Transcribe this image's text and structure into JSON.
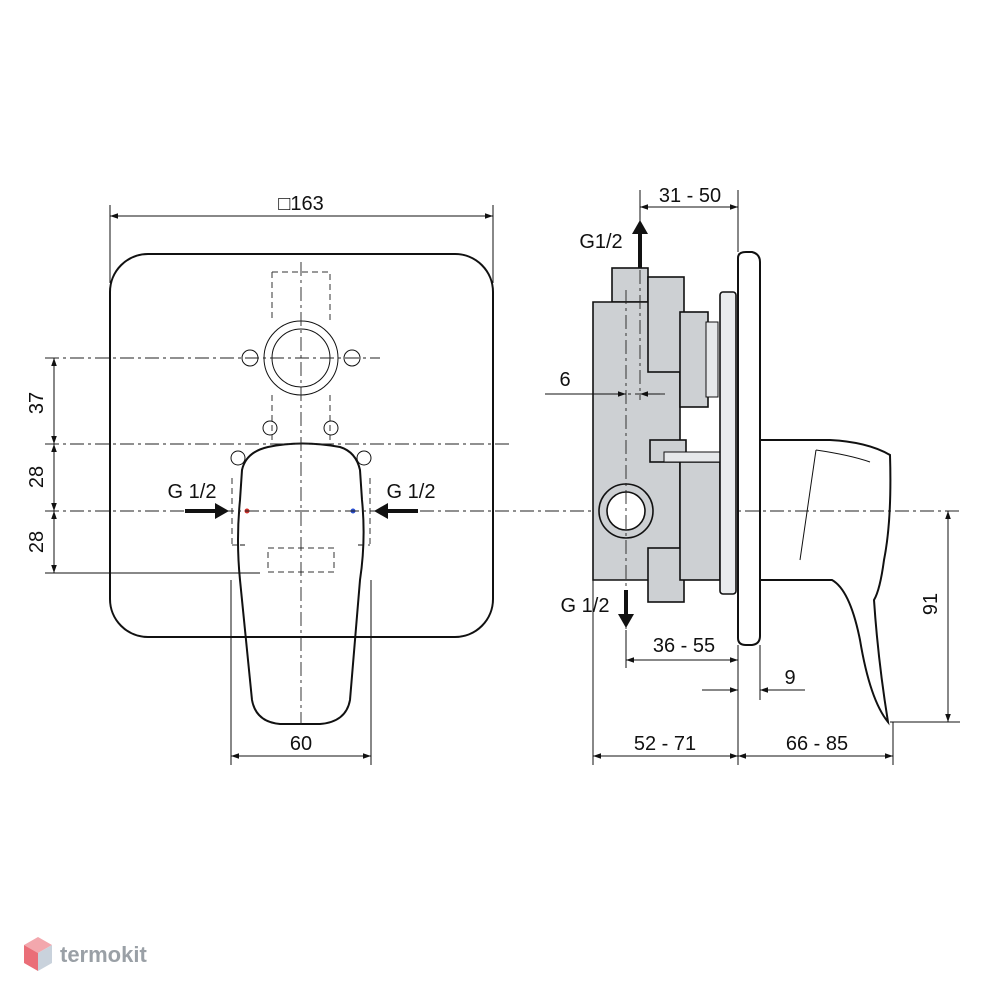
{
  "front_view": {
    "width_label": "□163",
    "dim_upper": "37",
    "dim_middle": "28",
    "dim_lower": "28",
    "inlet_left": "G 1/2",
    "inlet_right": "G 1/2",
    "lever_width": "60"
  },
  "side_view": {
    "top_depth": "31 - 50",
    "outlet_top": "G1/2",
    "offset": "6",
    "outlet_bottom": "G 1/2",
    "mid_depth": "36 - 55",
    "plate_thickness": "9",
    "body_depth": "52 - 71",
    "lever_depth": "66 - 85",
    "lever_height": "91"
  },
  "watermark": {
    "text": "termokit",
    "colors": {
      "top": "#f3a7ad",
      "left": "#ea6e78",
      "right": "#c9d2dc",
      "text": "#9aa0a6"
    }
  }
}
